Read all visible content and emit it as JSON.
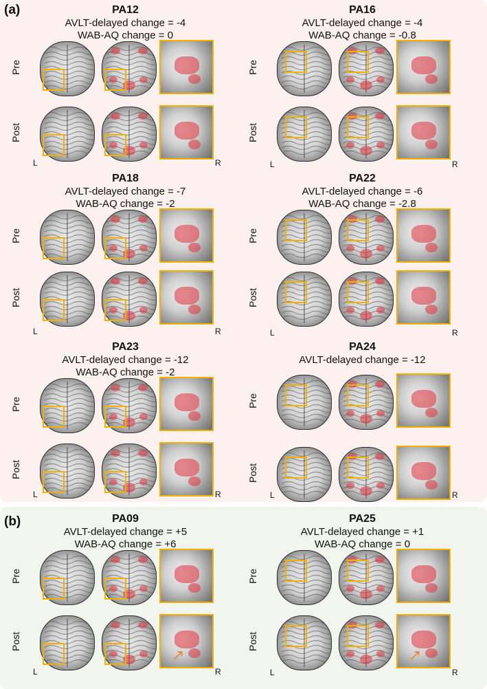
{
  "panels": [
    {
      "label": "(a)",
      "color": "#fdf1f0"
    },
    {
      "label": "(b)",
      "color": "#f2f5ee"
    }
  ],
  "row_labels": {
    "pre": "Pre",
    "post": "Post"
  },
  "orientation": {
    "left": "L",
    "right": "R"
  },
  "cases": [
    {
      "id": "PA12",
      "avlt": "AVLT-delayed change = -4",
      "wab": "WAB-AQ change = 0"
    },
    {
      "id": "PA16",
      "avlt": "AVLT-delayed change = -4",
      "wab": "WAB-AQ change = -0.8"
    },
    {
      "id": "PA18",
      "avlt": "AVLT-delayed change = -7",
      "wab": "WAB-AQ change = -2"
    },
    {
      "id": "PA22",
      "avlt": "AVLT-delayed change = -6",
      "wab": "WAB-AQ change = -2.8"
    },
    {
      "id": "PA23",
      "avlt": "AVLT-delayed change = -12",
      "wab": "WAB-AQ change = -2"
    },
    {
      "id": "PA24",
      "avlt": "AVLT-delayed change = -12",
      "wab": ""
    },
    {
      "id": "PA09",
      "avlt": "AVLT-delayed change = +5",
      "wab": "WAB-AQ change = +6"
    },
    {
      "id": "PA25",
      "avlt": "AVLT-delayed change = +1",
      "wab": "WAB-AQ change = 0"
    }
  ],
  "colors": {
    "roi_box": "#f2b100",
    "overlay": "#dc323c",
    "arrow": "#e8873a"
  }
}
